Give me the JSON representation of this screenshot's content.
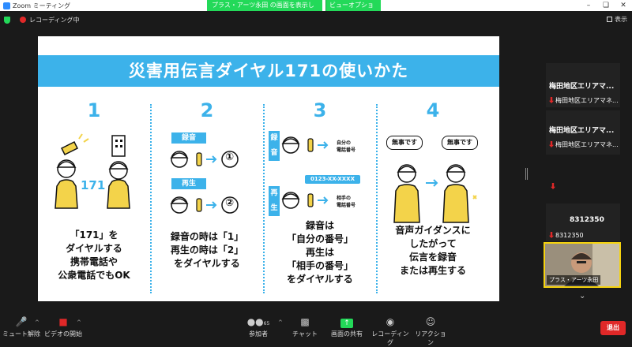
{
  "window": {
    "title": "Zoom ミーティング",
    "controls": [
      "–",
      "❏",
      "✕"
    ]
  },
  "share_banner": {
    "message": "プラス・アーツ永田 の画面を表示しています",
    "options": "ビューオプション ⌵"
  },
  "topbar": {
    "recording": "レコーディング中",
    "view": "表示"
  },
  "slide": {
    "title": "災害用伝言ダイヤル171の使いかた",
    "steps": [
      {
        "num": "1",
        "lines": [
          "「171」を",
          "ダイヤルする",
          "携帯電話や",
          "公衆電話でもOK"
        ],
        "big": "171"
      },
      {
        "num": "2",
        "lines": [
          "録音の時は「1」",
          "再生の時は「2」",
          "をダイヤルする"
        ],
        "tag_record": "録音",
        "tag_play": "再生",
        "key1": "①",
        "key2": "②"
      },
      {
        "num": "3",
        "lines": [
          "録音は",
          "「自分の番号」",
          "再生は",
          "「相手の番号」",
          "をダイヤルする"
        ],
        "tag_record": "録音",
        "tag_play": "再生",
        "own_no": "自分の\n電話番号",
        "other_no": "相手の\n電話番号",
        "sample": "0123-XX-XXXX"
      },
      {
        "num": "4",
        "lines": [
          "音声ガイダンスに",
          "したがって",
          "伝言を録音",
          "または再生する"
        ],
        "bubble1": "無事です",
        "bubble2": "無事です"
      }
    ]
  },
  "gallery": {
    "p1": {
      "name": "梅田地区エリアマ...",
      "sub": "梅田地区エリアマネ..."
    },
    "p2": {
      "name": "梅田地区エリアマ...",
      "sub": "梅田地区エリアマネ..."
    },
    "p3": {
      "name": "8312350",
      "sub": "8312350"
    },
    "self": "プラス・アーツ永田"
  },
  "toolbar": {
    "mute": "ミュート解除",
    "video": "ビデオの開始",
    "participants": "参加者",
    "participants_count": "65",
    "chat": "チャット",
    "share": "画面の共有",
    "record": "レコーディング",
    "reactions": "リアクション",
    "leave": "退出"
  },
  "colors": {
    "accent": "#3cb2ea",
    "share_green": "#23d959",
    "leave_red": "#e02828",
    "active_speaker": "#f6d30f"
  }
}
